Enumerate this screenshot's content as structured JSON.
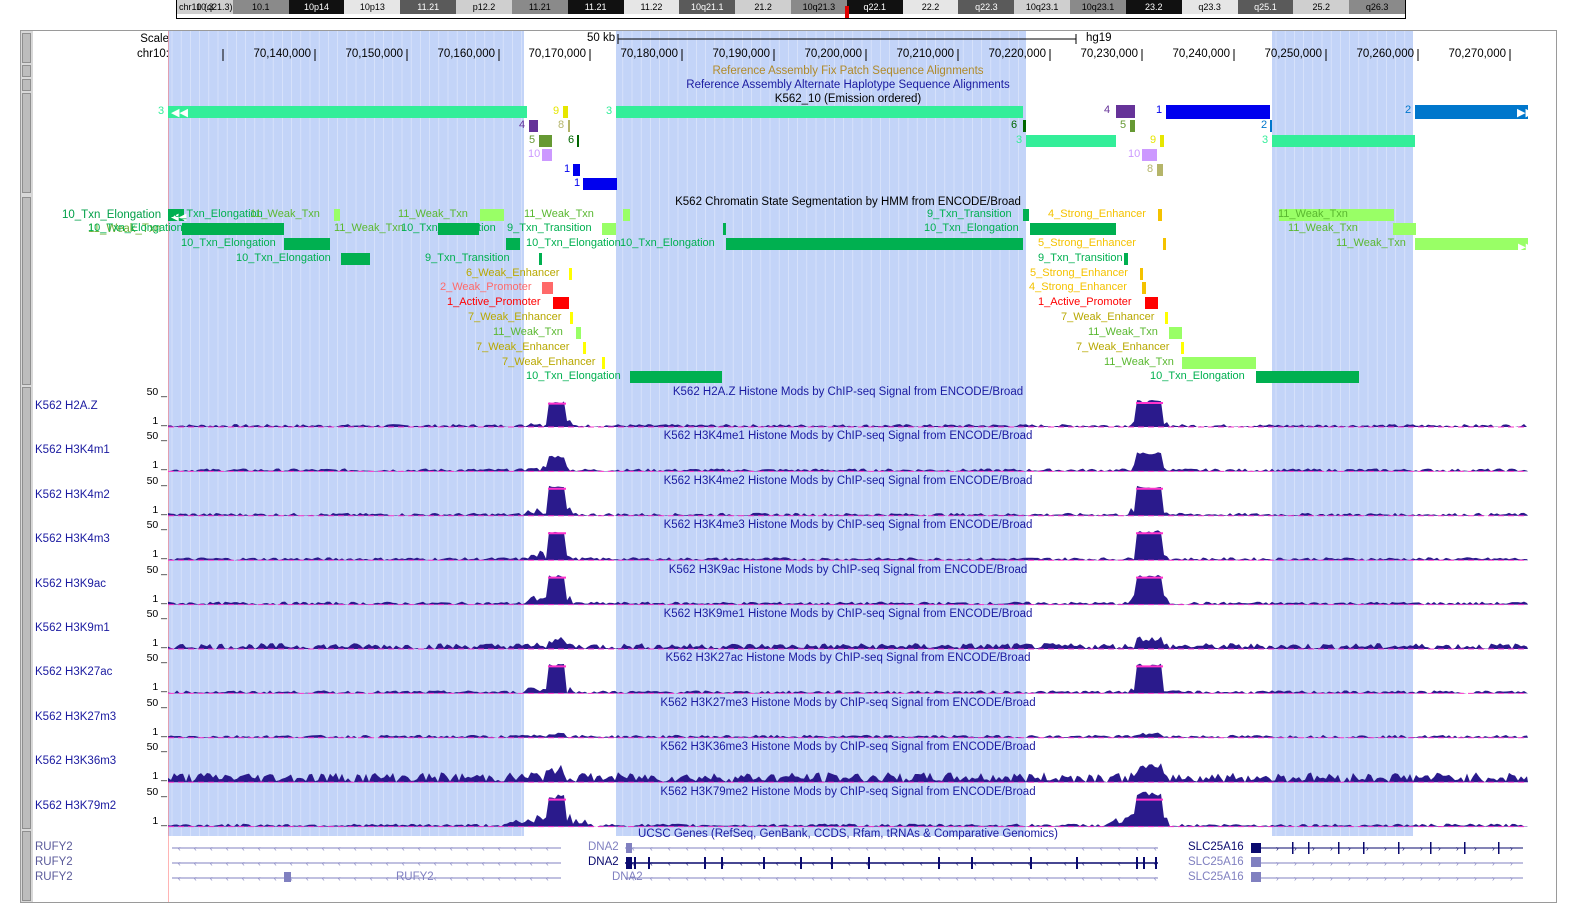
{
  "ideogram": {
    "chrom_label": "chr10 (q21.3)",
    "bands": [
      "10.3",
      "10.1",
      "10p14",
      "10p13",
      "11.21",
      "p12.2",
      "11.21",
      "11.21",
      "11.22",
      "10q21.1",
      "21.2",
      "10q21.3",
      "q22.1",
      "22.2",
      "q22.3",
      "10q23.1",
      "10q23.1",
      "23.2",
      "q23.3",
      "q25.1",
      "25.2",
      "q26.3"
    ],
    "cursor_color": "#e00000"
  },
  "scale": {
    "scale_label": "Scale",
    "chrom_label": "chr10:",
    "bar_label": "50 kb",
    "assembly": "hg19",
    "positions": [
      "70,140,000",
      "70,150,000",
      "70,160,000",
      "70,170,000",
      "70,180,000",
      "70,190,000",
      "70,200,000",
      "70,210,000",
      "70,220,000",
      "70,230,000",
      "70,240,000",
      "70,250,000",
      "70,260,000",
      "70,270,000"
    ]
  },
  "patch_tracks": {
    "fix_patch": "Reference Assembly Fix Patch Sequence Alignments",
    "alt_haplotype": "Reference Assembly Alternate Haplotype Sequence Alignments",
    "k562_emission": "K562_10 (Emission ordered)"
  },
  "emission_states": [
    {
      "label": "3",
      "color": "#33ee99"
    },
    {
      "label": "9",
      "color": "#e6e600"
    },
    {
      "label": "3",
      "color": "#33ee99"
    },
    {
      "label": "4",
      "color": "#663399"
    },
    {
      "label": "1",
      "color": "#0000ee"
    },
    {
      "label": "2",
      "color": "#0077cc"
    },
    {
      "label": "4",
      "color": "#663399"
    },
    {
      "label": "8",
      "color": "#b5b56a"
    },
    {
      "label": "6",
      "color": "#006600"
    },
    {
      "label": "5",
      "color": "#669933"
    },
    {
      "label": "5",
      "color": "#669933"
    },
    {
      "label": "6",
      "color": "#006600"
    },
    {
      "label": "2",
      "color": "#0077cc"
    },
    {
      "label": "10",
      "color": "#cc99ff"
    },
    {
      "label": "3",
      "color": "#33ee99"
    },
    {
      "label": "9",
      "color": "#e6e600"
    },
    {
      "label": "3",
      "color": "#33ee99"
    },
    {
      "label": "1",
      "color": "#0000ee"
    },
    {
      "label": "10",
      "color": "#cc99ff"
    },
    {
      "label": "1",
      "color": "#0000ee"
    },
    {
      "label": "8",
      "color": "#b5b56a"
    }
  ],
  "chromhmm": {
    "title": "K562 Chromatin State Segmentation by HMM from ENCODE/Broad",
    "left_labels": [
      "10_Txn_Elongation",
      "11_Weak_Txn"
    ],
    "states": [
      {
        "label": "10_Txn_Elongation",
        "color": "#00b050"
      },
      {
        "label": "11_Weak_Txn",
        "color": "#99ff66"
      },
      {
        "label": "11_Weak_Txn",
        "color": "#99ff66"
      },
      {
        "label": "11_Weak_Txn",
        "color": "#99ff66"
      },
      {
        "label": "9_Txn_Transition",
        "color": "#00b050"
      },
      {
        "label": "4_Strong_Enhancer",
        "color": "#f4c200"
      },
      {
        "label": "11_Weak_Txn",
        "color": "#99ff66"
      },
      {
        "label": "10_Txn_Elongation",
        "color": "#00b050"
      },
      {
        "label": "11_Weak_Txn",
        "color": "#99ff66"
      },
      {
        "label": "9_Txn_Transition",
        "color": "#00b050"
      },
      {
        "label": "10_Txn_Elongation",
        "color": "#00b050"
      },
      {
        "label": "10_Txn_Elongation",
        "color": "#00b050"
      },
      {
        "label": "10_Txn_Elongation",
        "color": "#00b050"
      },
      {
        "label": "10_Txn_Elongation",
        "color": "#00b050"
      },
      {
        "label": "10_Txn_Elongation",
        "color": "#00b050"
      },
      {
        "label": "5_Strong_Enhancer",
        "color": "#f4c200"
      },
      {
        "label": "11_Weak_Txn",
        "color": "#99ff66"
      },
      {
        "label": "10_Txn_Elongation",
        "color": "#00b050"
      },
      {
        "label": "9_Txn_Transition",
        "color": "#00b050"
      },
      {
        "label": "9_Txn_Transition",
        "color": "#00b050"
      },
      {
        "label": "11_Weak_Txn",
        "color": "#99ff66"
      },
      {
        "label": "6_Weak_Enhancer",
        "color": "#ffff00"
      },
      {
        "label": "5_Strong_Enhancer",
        "color": "#f4c200"
      },
      {
        "label": "2_Weak_Promoter",
        "color": "#ff6969"
      },
      {
        "label": "4_Strong_Enhancer",
        "color": "#f4c200"
      },
      {
        "label": "1_Active_Promoter",
        "color": "#ff0000"
      },
      {
        "label": "1_Active_Promoter",
        "color": "#ff0000"
      },
      {
        "label": "7_Weak_Enhancer",
        "color": "#ffff00"
      },
      {
        "label": "7_Weak_Enhancer",
        "color": "#ffff00"
      },
      {
        "label": "11_Weak_Txn",
        "color": "#99ff66"
      },
      {
        "label": "11_Weak_Txn",
        "color": "#99ff66"
      },
      {
        "label": "7_Weak_Enhancer",
        "color": "#ffff00"
      },
      {
        "label": "7_Weak_Enhancer",
        "color": "#ffff00"
      },
      {
        "label": "7_Weak_Enhancer",
        "color": "#ffff00"
      },
      {
        "label": "11_Weak_Txn",
        "color": "#99ff66"
      },
      {
        "label": "10_Txn_Elongation",
        "color": "#00b050"
      },
      {
        "label": "10_Txn_Elongation",
        "color": "#00b050"
      }
    ]
  },
  "signal_tracks": [
    {
      "name": "K562 H2A.Z",
      "title": "K562 H2A.Z Histone Mods by ChIP-seq Signal from ENCODE/Broad",
      "ymax": "50 _",
      "ymin": "1 _",
      "peak1": 0.78,
      "peak2": 0.8
    },
    {
      "name": "K562 H3K4m1",
      "title": "K562 H3K4me1 Histone Mods by ChIP-seq Signal from ENCODE/Broad",
      "ymax": "50 _",
      "ymin": "1 _",
      "peak1": 0.45,
      "peak2": 0.55
    },
    {
      "name": "K562 H3K4m2",
      "title": "K562 H3K4me2 Histone Mods by ChIP-seq Signal from ENCODE/Broad",
      "ymax": "50 _",
      "ymin": "1 _",
      "peak1": 0.9,
      "peak2": 0.9
    },
    {
      "name": "K562 H3K4m3",
      "title": "K562 H3K4me3 Histone Mods by ChIP-seq Signal from ENCODE/Broad",
      "ymax": "50 _",
      "ymin": "1 _",
      "peak1": 0.9,
      "peak2": 0.9
    },
    {
      "name": "K562 H3K9ac",
      "title": "K562 H3K9ac Histone Mods by ChIP-seq Signal from ENCODE/Broad",
      "ymax": "50 _",
      "ymin": "1 _",
      "peak1": 0.9,
      "peak2": 0.9
    },
    {
      "name": "K562 H3K9m1",
      "title": "K562 H3K9me1 Histone Mods by ChIP-seq Signal from ENCODE/Broad",
      "ymax": "50 _",
      "ymin": "1 _",
      "peak1": 0.2,
      "peak2": 0.25
    },
    {
      "name": "K562 H3K27ac",
      "title": "K562 H3K27ac Histone Mods by ChIP-seq Signal from ENCODE/Broad",
      "ymax": "50 _",
      "ymin": "1 _",
      "peak1": 0.9,
      "peak2": 0.9
    },
    {
      "name": "K562 H3K27m3",
      "title": "K562 H3K27me3 Histone Mods by ChIP-seq Signal from ENCODE/Broad",
      "ymax": "50 _",
      "ymin": "1 _",
      "peak1": 0.1,
      "peak2": 0.08
    },
    {
      "name": "K562 H3K36m3",
      "title": "K562 H3K36me3 Histone Mods by ChIP-seq Signal from ENCODE/Broad",
      "ymax": "50 _",
      "ymin": "1 _",
      "peak1": 0.25,
      "peak2": 0.3
    },
    {
      "name": "K562 H3K79m2",
      "title": "K562 H3K79me2 Histone Mods by ChIP-seq Signal from ENCODE/Broad",
      "ymax": "50 _",
      "ymin": "1 _",
      "peak1": 0.9,
      "peak2": 0.9
    }
  ],
  "genes": {
    "title": "UCSC Genes (RefSeq, GenBank, CCDS, Rfam, tRNAs & Comparative Genomics)",
    "left_names": [
      "RUFY2",
      "RUFY2",
      "RUFY2"
    ],
    "inline_names": [
      "DNA2",
      "DNA2",
      "DNA2",
      "RUFY2",
      "SLC25A16",
      "SLC25A16",
      "SLC25A16"
    ]
  },
  "colors": {
    "highlight": "#c3d4f8",
    "signal": "#2a1a8c",
    "signal_cap": "#ff33cc",
    "label_blue": "#1a1aa0",
    "gene_dark": "#0a0a6e",
    "gene_light": "#8080c0"
  }
}
